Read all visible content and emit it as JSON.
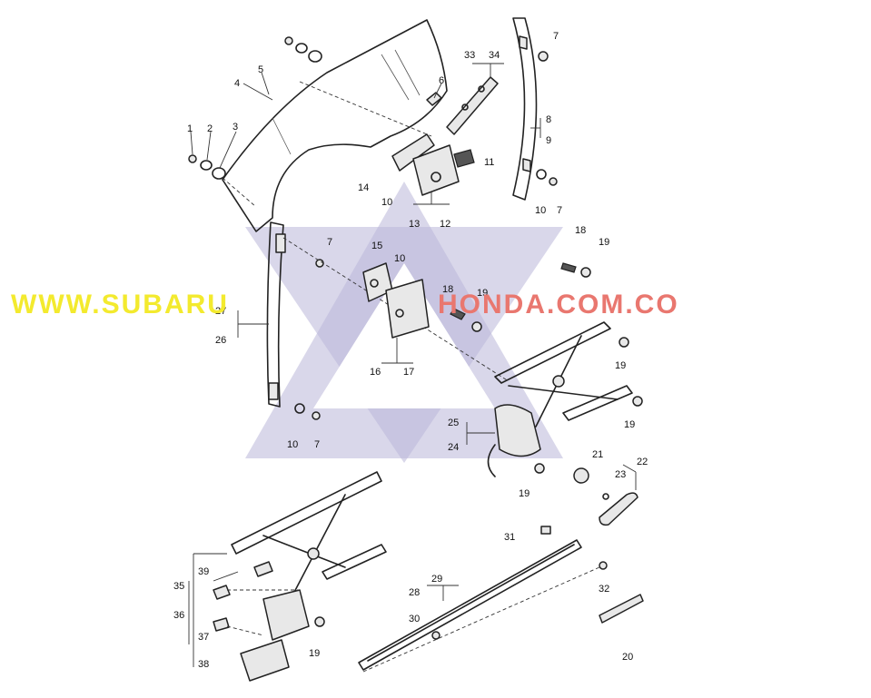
{
  "watermark": {
    "part1": "WWW.SUBARU",
    "part2": "HONDA.COM.CO",
    "color1": "#f3ea2e",
    "color2": "#e9776f",
    "star_color": "#b9b7d9"
  },
  "callouts": {
    "c1": "1",
    "c2": "2",
    "c3": "3",
    "c4": "4",
    "c5": "5",
    "c6": "6",
    "c7a": "7",
    "c7b": "7",
    "c7c": "7",
    "c7d": "7",
    "c8": "8",
    "c9": "9",
    "c10a": "10",
    "c10b": "10",
    "c10c": "10",
    "c10d": "10",
    "c11": "11",
    "c12": "12",
    "c13": "13",
    "c14": "14",
    "c15": "15",
    "c16": "16",
    "c17": "17",
    "c18a": "18",
    "c18b": "18",
    "c19a": "19",
    "c19b": "19",
    "c19c": "19",
    "c19d": "19",
    "c19e": "19",
    "c19f": "19",
    "c20": "20",
    "c21": "21",
    "c22": "22",
    "c23": "23",
    "c24": "24",
    "c25": "25",
    "c26": "26",
    "c27": "27",
    "c28": "28",
    "c29": "29",
    "c30": "30",
    "c31": "31",
    "c32": "32",
    "c33": "33",
    "c34": "34",
    "c35": "35",
    "c36": "36",
    "c37": "37",
    "c38": "38",
    "c39": "39"
  }
}
